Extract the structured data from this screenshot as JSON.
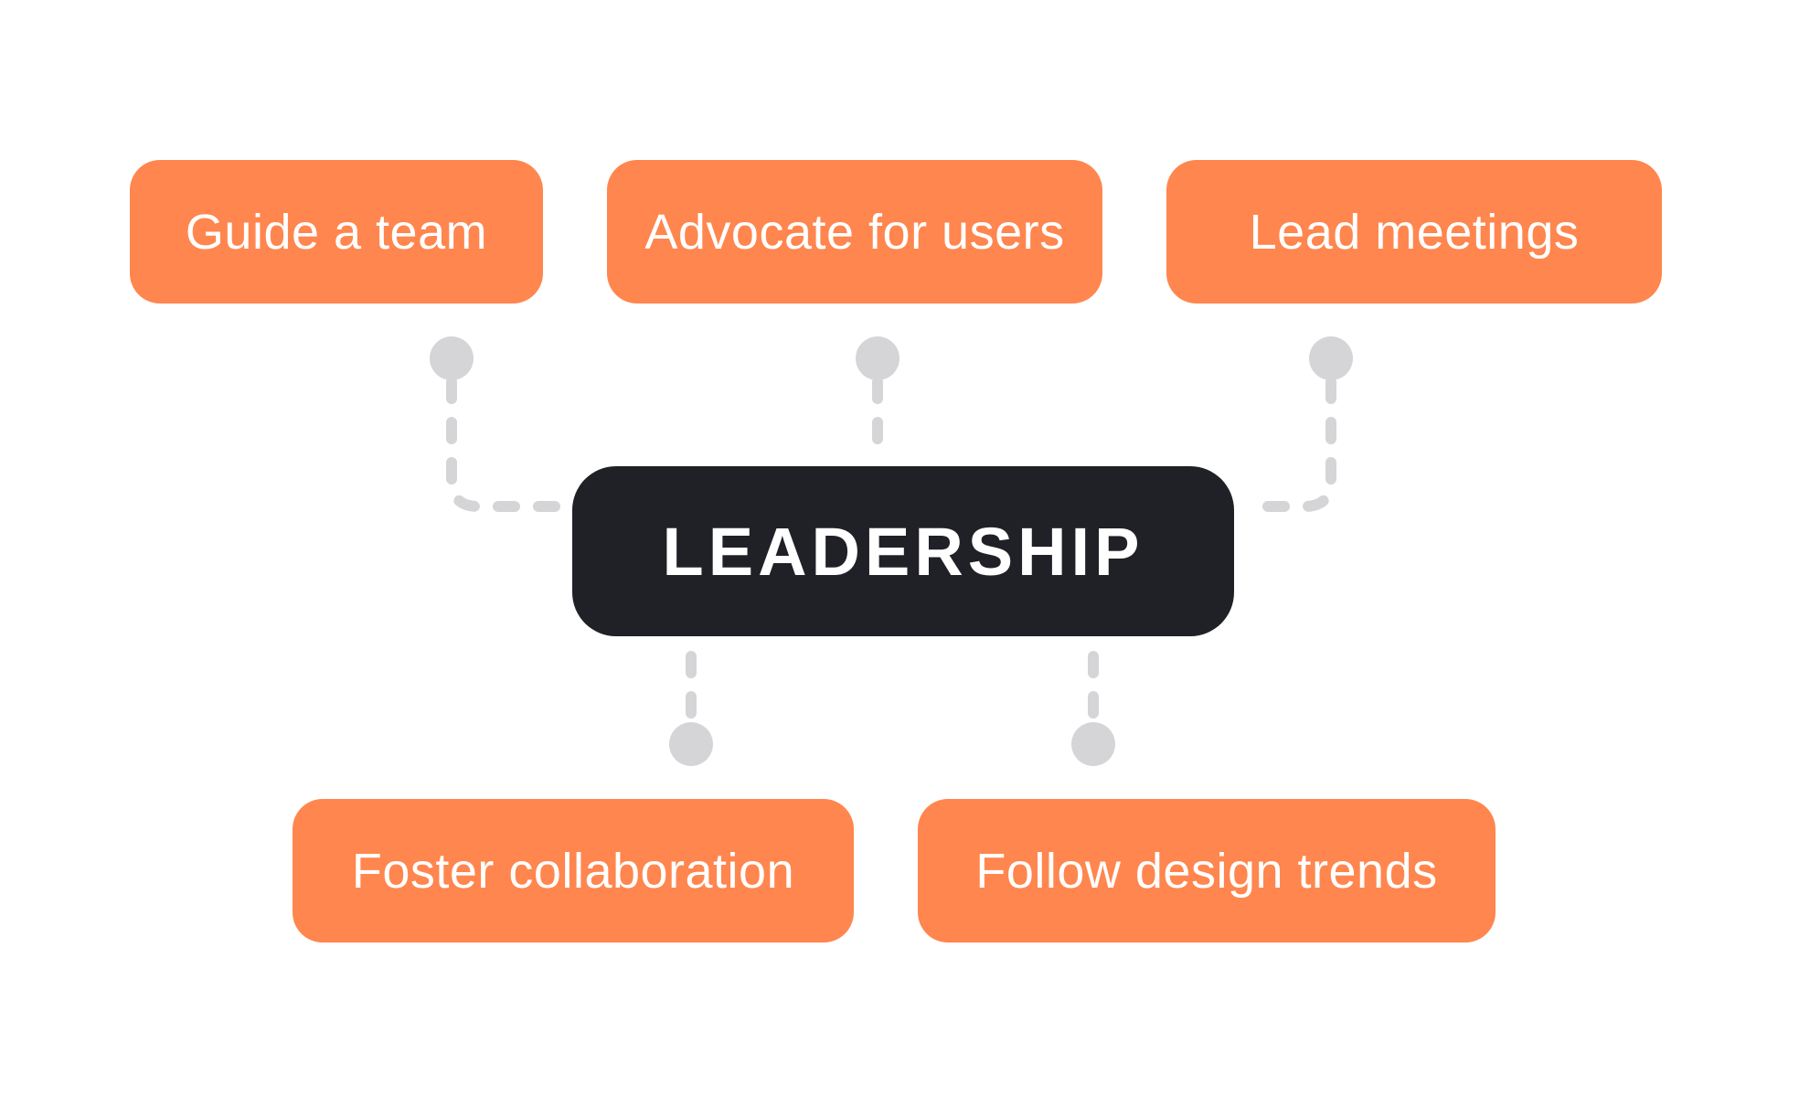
{
  "diagram": {
    "center": {
      "label": "LEADERSHIP"
    },
    "top_nodes": [
      {
        "label": "Guide a team"
      },
      {
        "label": "Advocate for users"
      },
      {
        "label": "Lead meetings"
      }
    ],
    "bottom_nodes": [
      {
        "label": "Foster collaboration"
      },
      {
        "label": "Follow design trends"
      }
    ]
  },
  "colors": {
    "node_fill": "#ff864e",
    "center_fill": "#202127",
    "connector": "#d5d5d8",
    "text": "#ffffff"
  }
}
